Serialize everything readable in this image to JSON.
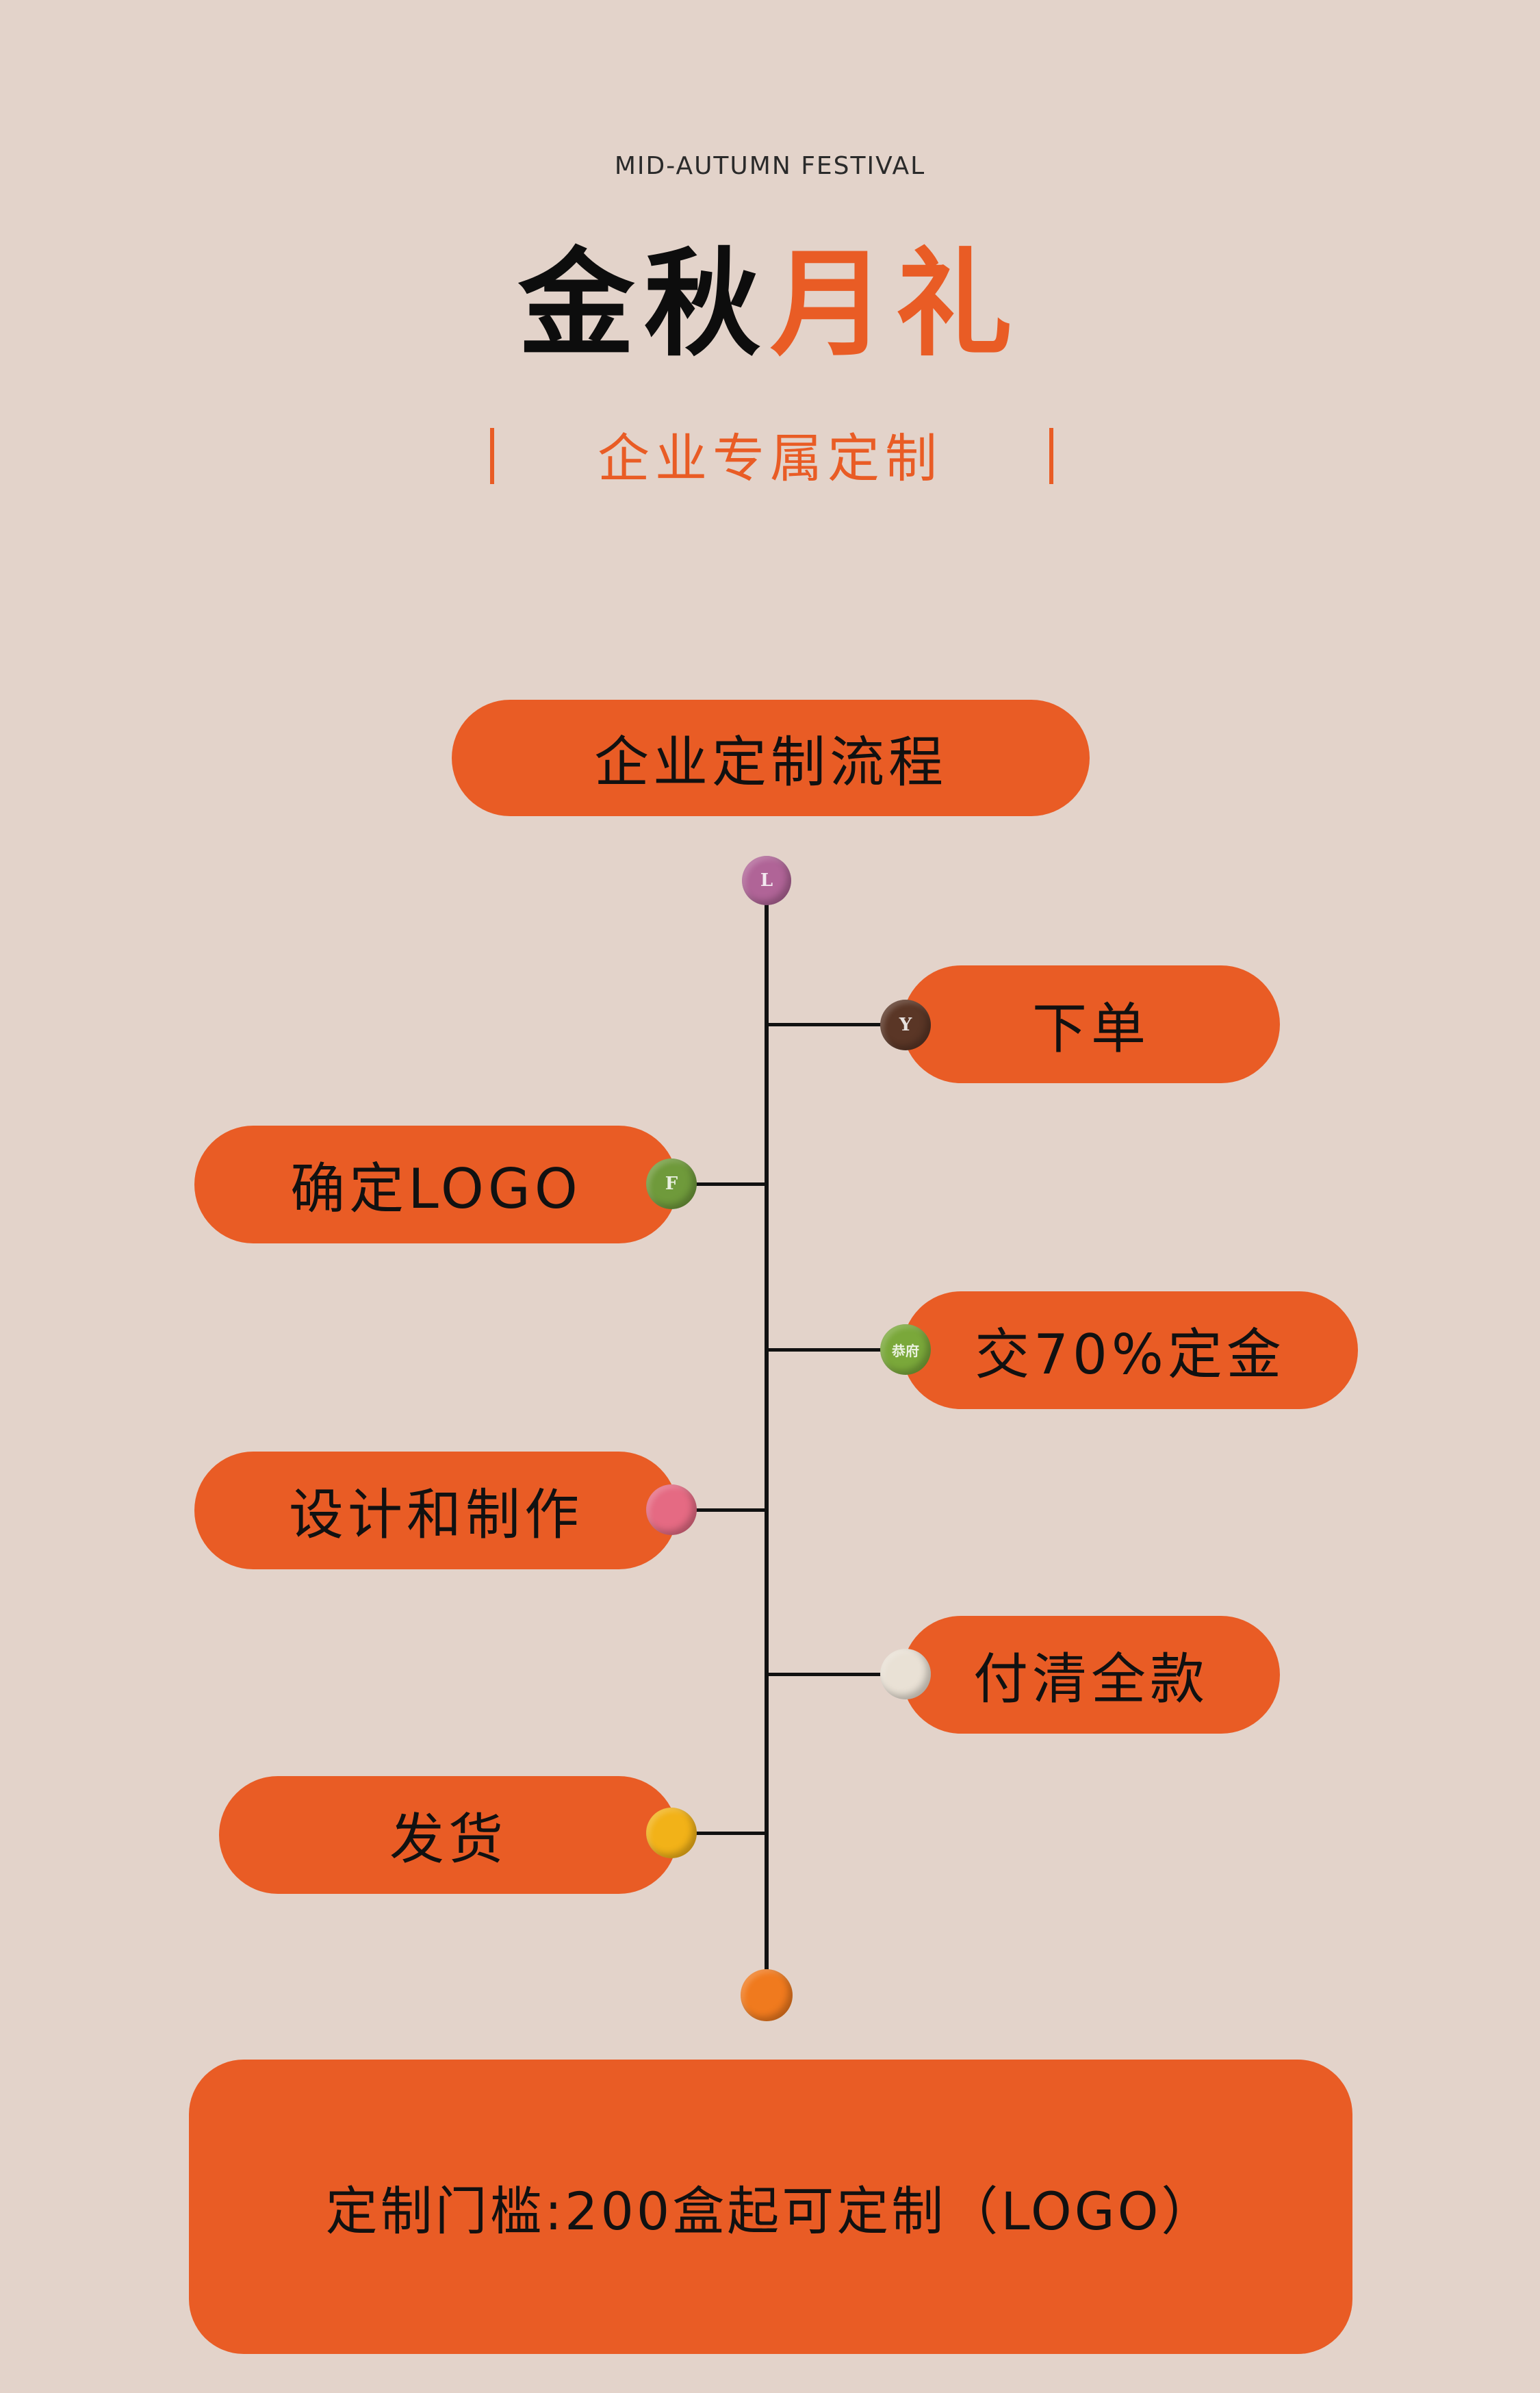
{
  "header": {
    "eyebrow": "MID-AUTUMN FESTIVAL",
    "title_part1": "金秋",
    "title_part2": "月礼",
    "subtitle": "企业专属定制"
  },
  "flow": {
    "title": "企业定制流程",
    "steps": [
      {
        "label": "下单",
        "side": "right",
        "cake_color": "#5a3626",
        "cake_glyph": "Y"
      },
      {
        "label": "确定LOGO",
        "side": "left",
        "cake_color": "#6f9a3b",
        "cake_glyph": "F"
      },
      {
        "label": "交70%定金",
        "side": "right",
        "cake_color": "#7aa83a",
        "cake_glyph": "恭府"
      },
      {
        "label": "设计和制作",
        "side": "left",
        "cake_color": "#e56a83",
        "cake_glyph": ""
      },
      {
        "label": "付清全款",
        "side": "right",
        "cake_color": "#e9e1d5",
        "cake_glyph": ""
      },
      {
        "label": "发货",
        "side": "left",
        "cake_color": "#f2b218",
        "cake_glyph": ""
      }
    ],
    "top_cake_color": "#b06497",
    "bottom_cake_color": "#f07a1e"
  },
  "footer": {
    "note": "定制门槛:200盒起可定制（LOGO）"
  },
  "colors": {
    "background": "#e3d3ca",
    "accent": "#e95c25",
    "text": "#111111"
  }
}
